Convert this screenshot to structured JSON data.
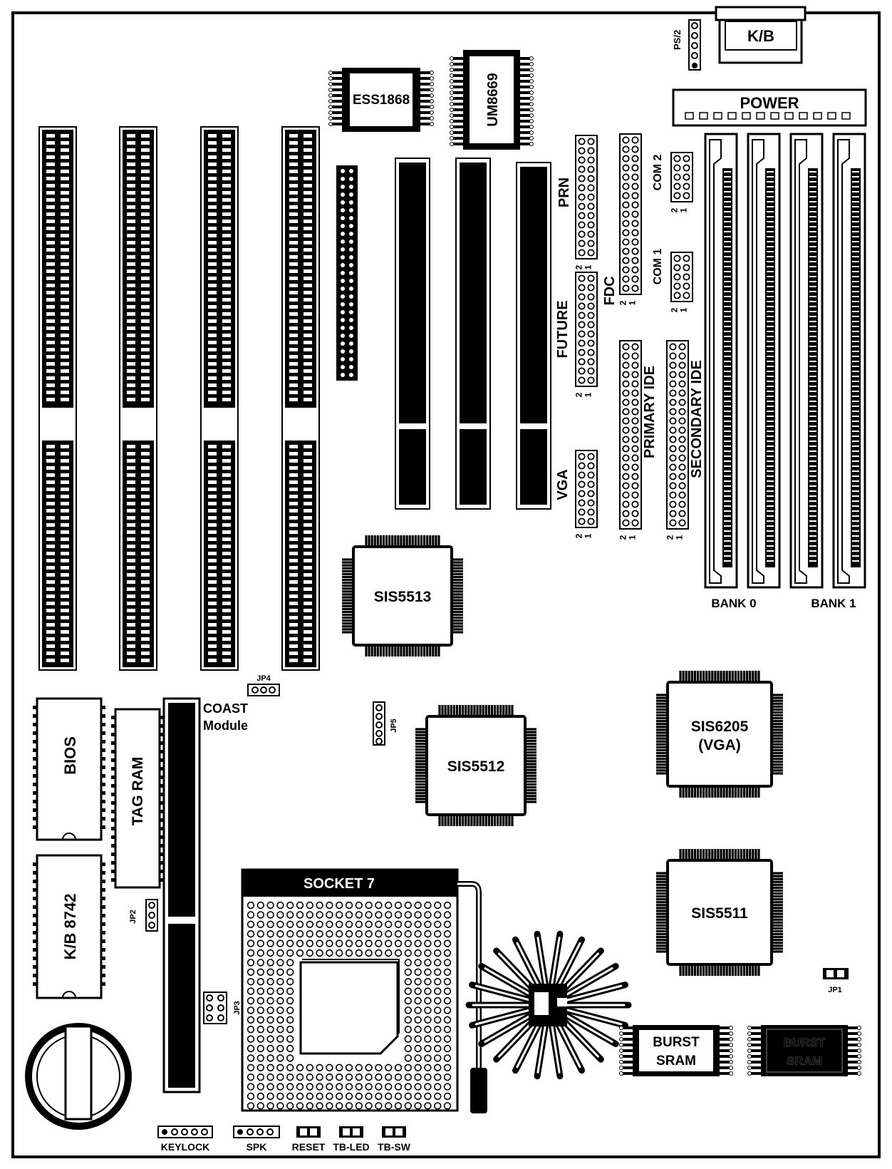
{
  "title": "",
  "labels": {
    "kb": "K/B",
    "ps2": "PS/2",
    "power": "POWER",
    "ess": "ESS1868",
    "um": "UM8669",
    "prn": "PRN",
    "fdc": "FDC",
    "com2": "COM 2",
    "com1": "COM 1",
    "future": "FUTURE",
    "primary_ide": "PRIMARY IDE",
    "secondary_ide": "SECONDARY IDE",
    "vga": "VGA",
    "bank0": "BANK 0",
    "bank1": "BANK 1",
    "sis5513": "SIS5513",
    "sis5512": "SIS5512",
    "sis6205_line1": "SIS6205",
    "sis6205_line2": "(VGA)",
    "sis5511": "SIS5511",
    "bios": "BIOS",
    "tag_ram": "TAG RAM",
    "kb8742": "K/B 8742",
    "coast_line1": "COAST",
    "coast_line2": "Module",
    "jp1": "JP1",
    "jp2": "JP2",
    "jp3": "JP3",
    "jp4": "JP4",
    "jp5": "JP5",
    "socket": "SOCKET 7",
    "burst_sram": [
      "BURST",
      "SRAM"
    ],
    "keylock": "KEYLOCK",
    "spk": "SPK",
    "reset": "RESET",
    "tb_led": "TB-LED",
    "tb_sw": "TB-SW",
    "pin2": "2",
    "pin1": "1"
  },
  "colors": {
    "ink": "#000000",
    "paper": "#ffffff"
  }
}
